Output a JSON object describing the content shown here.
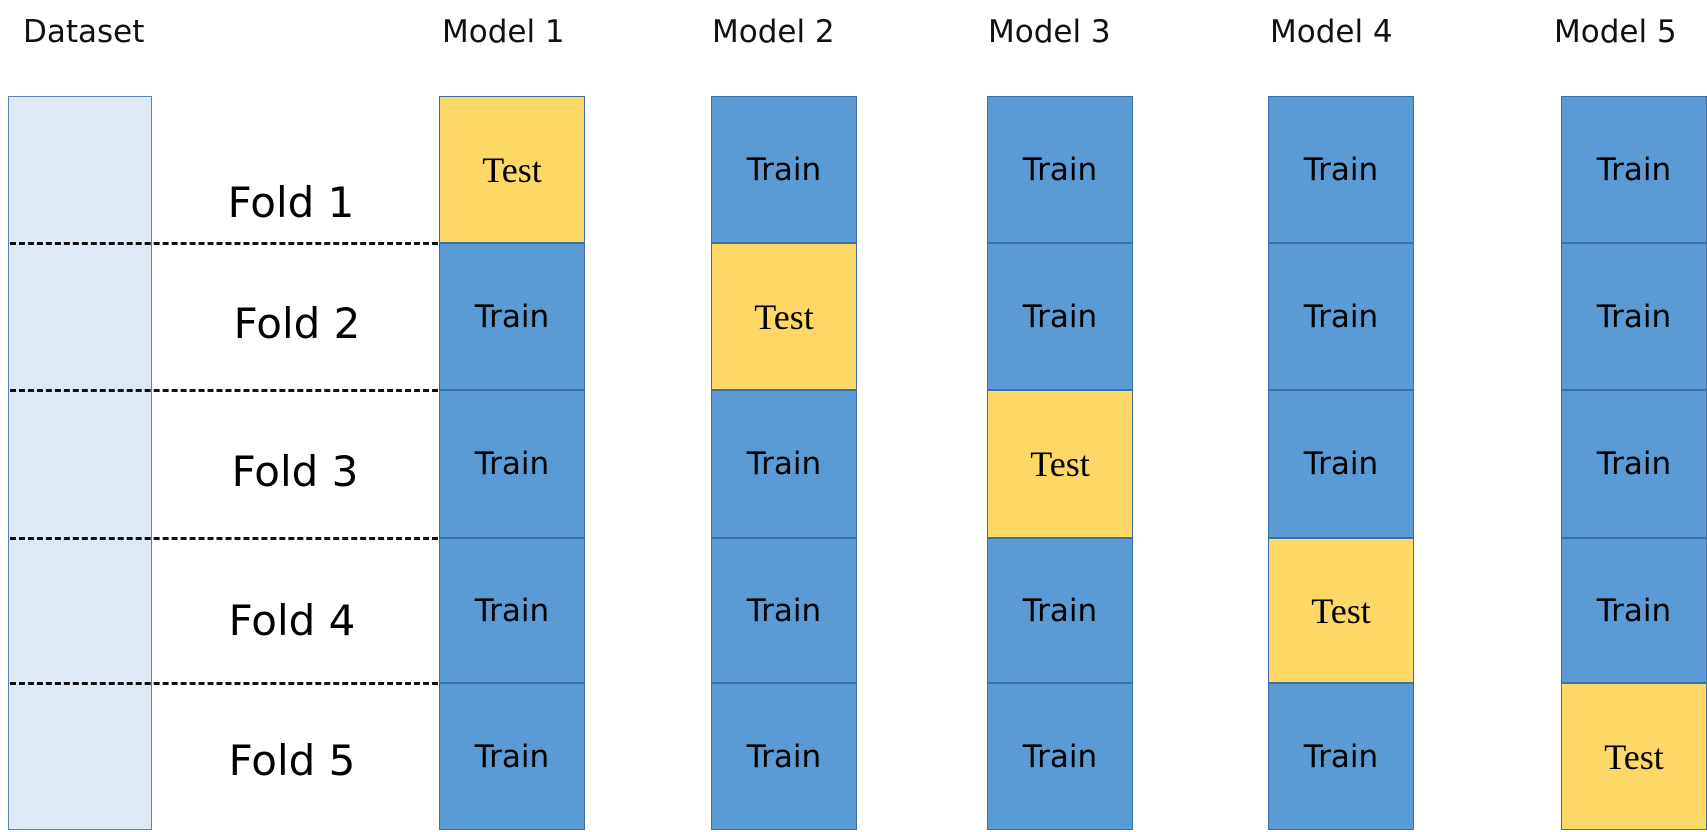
{
  "header": {
    "dataset_label": "Dataset",
    "models": [
      "Model 1",
      "Model 2",
      "Model 3",
      "Model 4",
      "Model 5"
    ]
  },
  "folds": [
    "Fold 1",
    "Fold 2",
    "Fold 3",
    "Fold 4",
    "Fold 5"
  ],
  "labels": {
    "train": "Train",
    "test": "Test"
  },
  "grid": [
    [
      "Test",
      "Train",
      "Train",
      "Train",
      "Train"
    ],
    [
      "Train",
      "Test",
      "Train",
      "Train",
      "Train"
    ],
    [
      "Train",
      "Train",
      "Test",
      "Train",
      "Train"
    ],
    [
      "Train",
      "Train",
      "Train",
      "Test",
      "Train"
    ],
    [
      "Train",
      "Train",
      "Train",
      "Train",
      "Test"
    ]
  ],
  "colors": {
    "train": "#5b9bd5",
    "test": "#fdd867",
    "dataset": "#dde9f5"
  }
}
